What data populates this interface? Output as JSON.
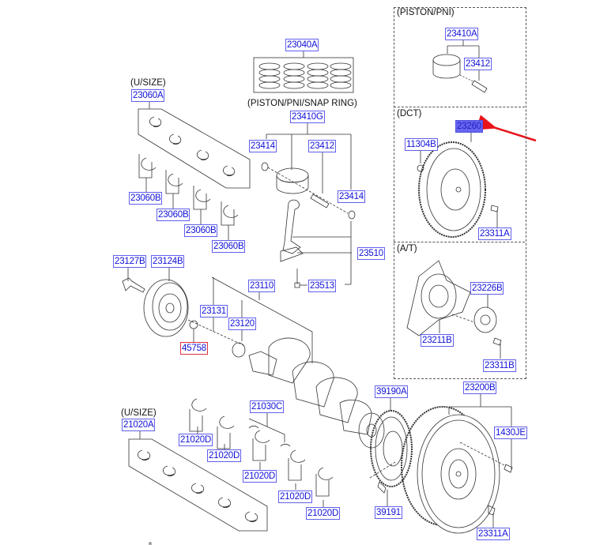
{
  "diagram": {
    "title": "Crankshaft & Piston / Flywheel parts diagram",
    "captions": {
      "piston_pni": "(PISTON/PNI)",
      "dct": "(DCT)",
      "at": "(A/T)",
      "piston_pni_snap_ring": "(PISTON/PNI/SNAP RING)",
      "usize_top": "(U/SIZE)",
      "usize_bottom": "(U/SIZE)"
    },
    "parts": {
      "p23410A": "23410A",
      "p23412_inset": "23412",
      "p23260": "23260",
      "p11304B": "11304B",
      "p23311A_dct": "23311A",
      "p23226B": "23226B",
      "p23211B": "23211B",
      "p23311B": "23311B",
      "p23040A": "23040A",
      "p23410G": "23410G",
      "p23414_left": "23414",
      "p23412": "23412",
      "p23414_right": "23414",
      "p23510": "23510",
      "p23513": "23513",
      "p23060A": "23060A",
      "p23060B_1": "23060B",
      "p23060B_2": "23060B",
      "p23060B_3": "23060B",
      "p23060B_4": "23060B",
      "p23127B": "23127B",
      "p23124B": "23124B",
      "p23110": "23110",
      "p23131": "23131",
      "p23120": "23120",
      "p45758": "45758",
      "p39190A": "39190A",
      "p23200B": "23200B",
      "p1430JE": "1430JE",
      "p39191": "39191",
      "p23311A": "23311A",
      "p21030C": "21030C",
      "p21020A": "21020A",
      "p21020D_1": "21020D",
      "p21020D_2": "21020D",
      "p21020D_3": "21020D",
      "p21020D_4": "21020D",
      "p21020D_5": "21020D"
    },
    "highlighted_part": "23260",
    "colors": {
      "label_text": "#1010d8",
      "label_border": "#6060ee",
      "highlight_fill": "#6666ee",
      "alert_border": "#e03040",
      "arrow": "#e8141c",
      "line_art": "#333333"
    }
  }
}
